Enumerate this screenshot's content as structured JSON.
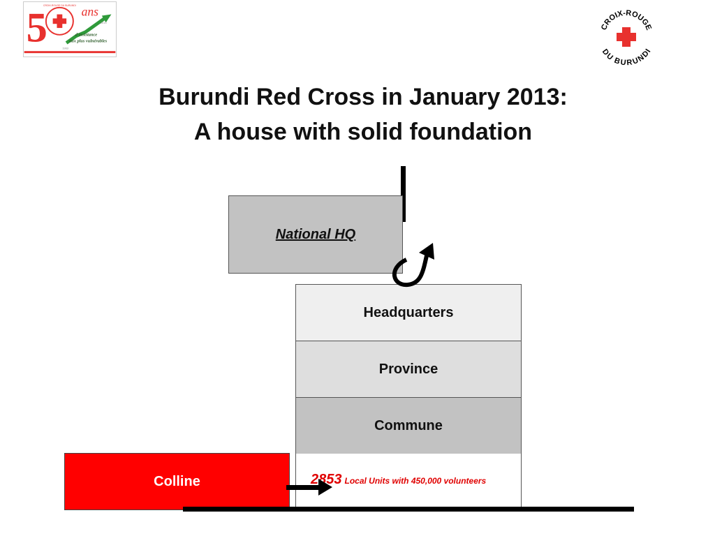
{
  "logo_left": {
    "number": "5",
    "ans": "ans",
    "line1": "d'assistance",
    "line2": "aux plus vulnérables",
    "year_start": "1963",
    "year_end": "2013",
    "seal_text": "CROIX-ROUGE DU BURUNDI"
  },
  "logo_right": {
    "text_top": "CROIX-ROUGE",
    "text_bottom": "DU BURUNDI"
  },
  "title": {
    "line1": "Burundi Red Cross in January 2013:",
    "line2": "A house with solid foundation"
  },
  "boxes": {
    "national_hq": "National HQ",
    "headquarters": "Headquarters",
    "province": "Province",
    "commune": "Commune",
    "colline": "Colline"
  },
  "units": {
    "count": "2853",
    "label": "Local Units with 450,000 volunteers"
  },
  "colors": {
    "red": "#ff0000",
    "light_gray": "#efefef",
    "mid_gray": "#dedede",
    "dark_gray": "#c2c2c2"
  }
}
